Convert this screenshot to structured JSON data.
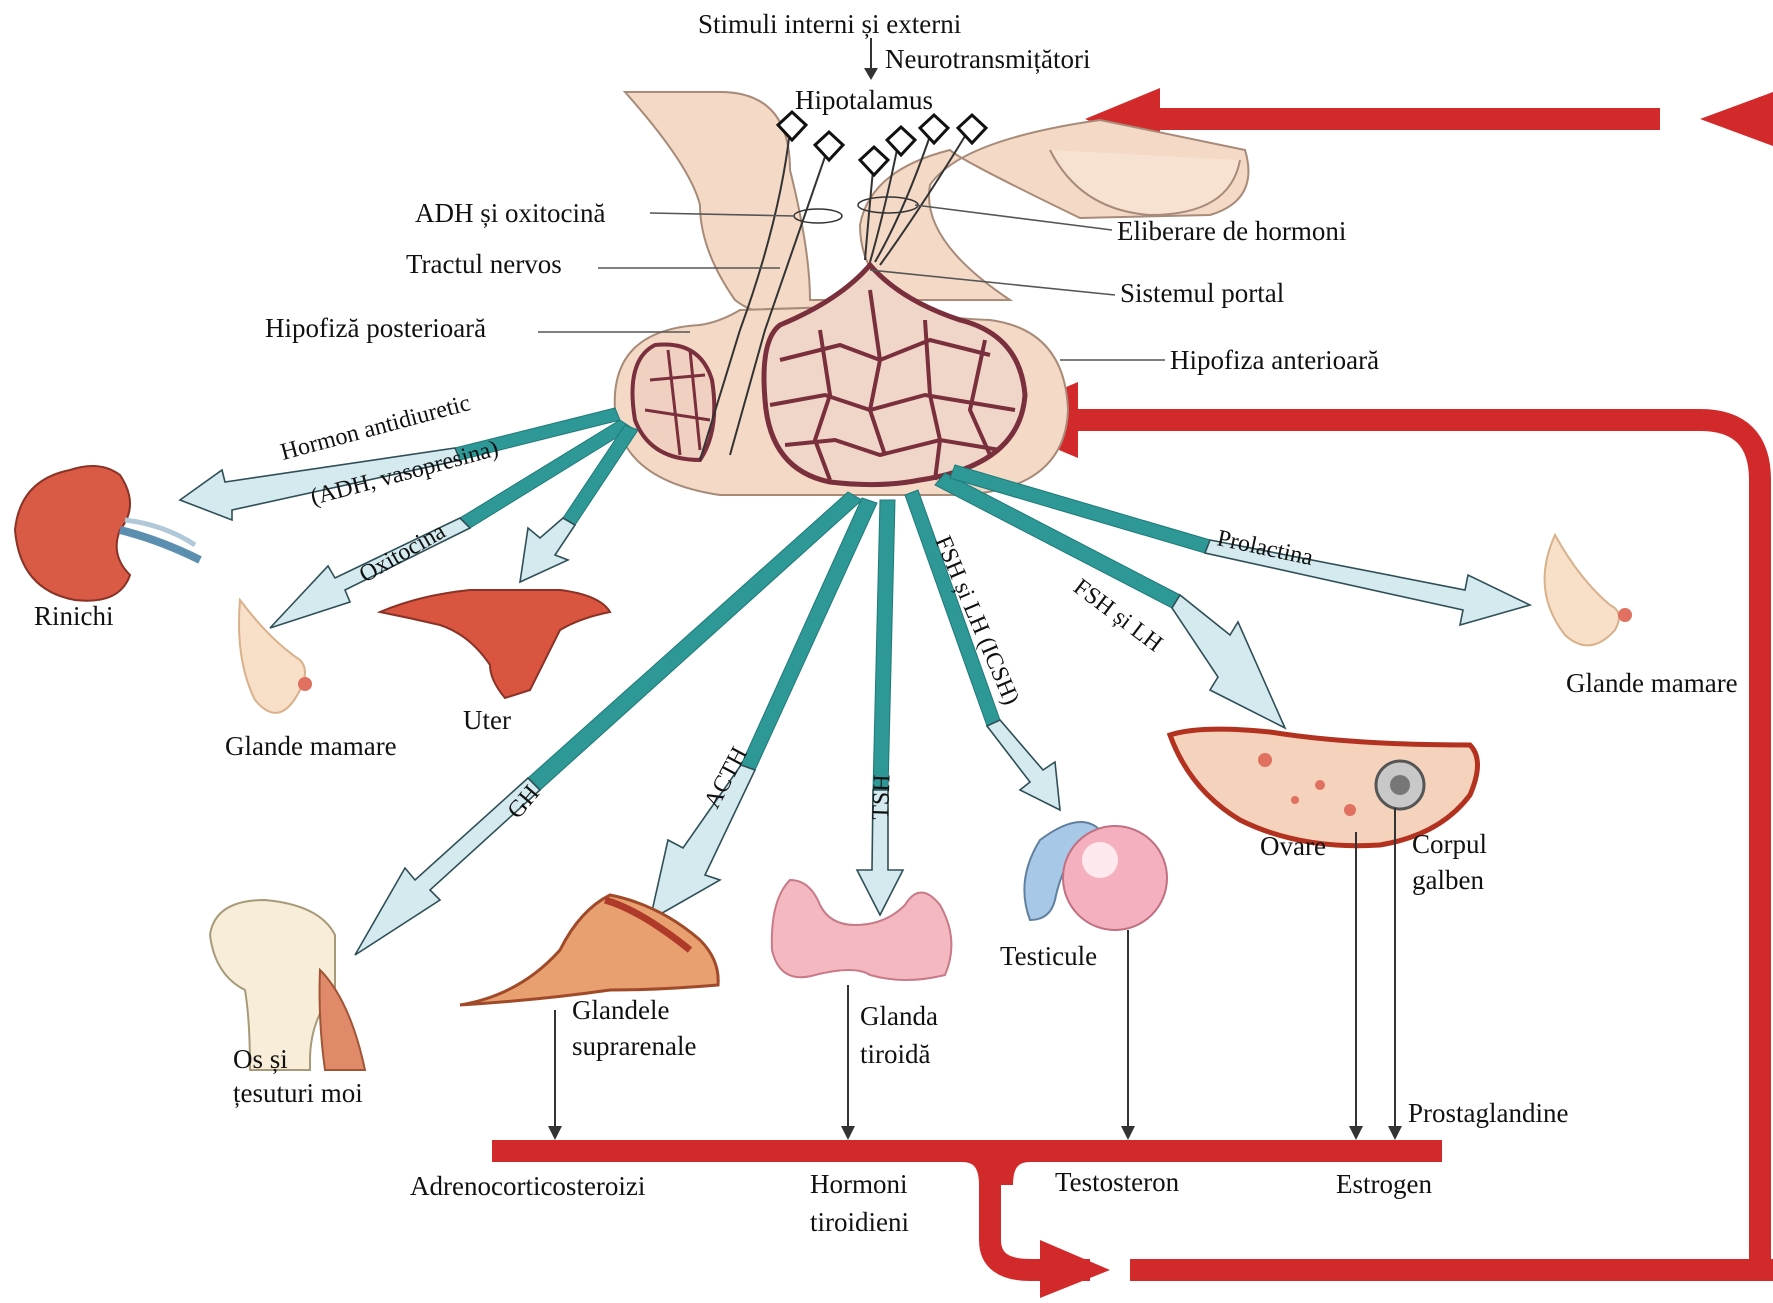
{
  "colors": {
    "feedback_red": "#d22a2a",
    "hormone_teal": "#2d9896",
    "arrow_pale": "#d5eaee",
    "gland_skin": "#f3d9c6",
    "vessel": "#7a2f3d"
  },
  "labels": {
    "stimuli": "Stimuli interni și externi",
    "neurotransmitters": "Neurotransmițători",
    "hypothalamus": "Hipotalamus",
    "adh_oxytocin": "ADH și oxitocină",
    "nerve_tract": "Tractul nervos",
    "posterior_pituitary": "Hipofiză posterioară",
    "hormone_release": "Eliberare de hormoni",
    "portal_system": "Sistemul portal",
    "anterior_pituitary": "Hipofiza anterioară"
  },
  "hormones": {
    "adh_line1": "Hormon antidiuretic",
    "adh_line2": "(ADH, vasopresina)",
    "oxytocin": "Oxitocina",
    "gh": "GH",
    "acth": "ACTH",
    "tsh": "TSH",
    "fsh_lh_icsh": "FSH și LH (ICSH)",
    "fsh_lh": "FSH și LH",
    "prolactin": "Prolactina"
  },
  "targets": {
    "kidney": "Rinichi",
    "mammary_left": "Glande mamare",
    "uterus": "Uter",
    "bone_line1": "Os și",
    "bone_line2": "țesuturi moi",
    "adrenal_line1": "Glandele",
    "adrenal_line2": "suprarenale",
    "thyroid_line1": "Glanda",
    "thyroid_line2": "tiroidă",
    "testes": "Testicule",
    "ovaries": "Ovare",
    "corpus_luteum_line1": "Corpul",
    "corpus_luteum_line2": "galben",
    "mammary_right": "Glande mamare"
  },
  "products": {
    "adrenocorticosteroids": "Adrenocorticosteroizi",
    "thyroid_hormones_line1": "Hormoni",
    "thyroid_hormones_line2": "tiroidieni",
    "testosterone": "Testosteron",
    "estrogen": "Estrogen",
    "prostaglandins": "Prostaglandine"
  }
}
